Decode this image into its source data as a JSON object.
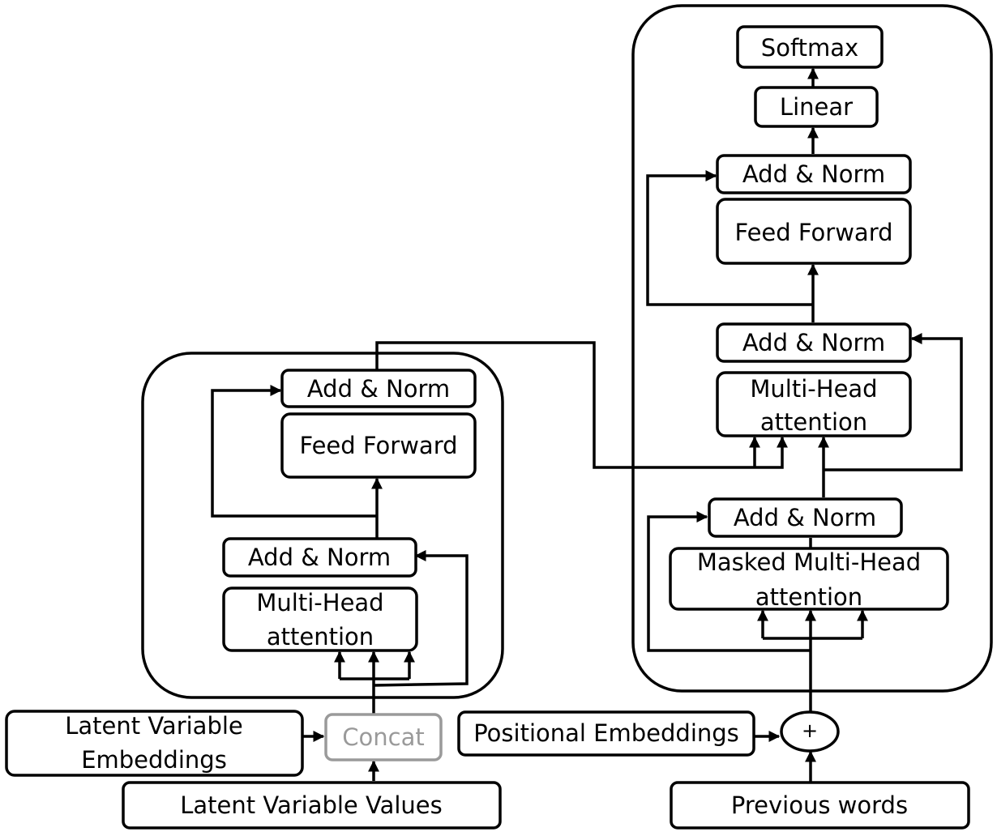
{
  "decoder": {
    "softmax": "Softmax",
    "linear": "Linear",
    "add_norm_top": "Add & Norm",
    "feed_forward": "Feed Forward",
    "add_norm_mid": "Add & Norm",
    "cross_attention": [
      "Multi-Head",
      "attention"
    ],
    "add_norm_bottom": "Add & Norm",
    "masked_attention": [
      "Masked Multi-Head",
      "attention"
    ]
  },
  "encoder": {
    "add_norm_top": "Add & Norm",
    "feed_forward": "Feed Forward",
    "add_norm_bottom": "Add & Norm",
    "attention": [
      "Multi-Head",
      "attention"
    ]
  },
  "inputs": {
    "latent_embeddings": [
      "Latent Variable",
      "Embeddings"
    ],
    "concat": "Concat",
    "latent_values": "Latent Variable Values",
    "positional_embeddings": "Positional Embeddings",
    "plus": "+",
    "previous_words": "Previous words"
  },
  "colors": {
    "stroke": "#000000",
    "concat_gray": "#9a9a9a",
    "background": "#ffffff"
  }
}
